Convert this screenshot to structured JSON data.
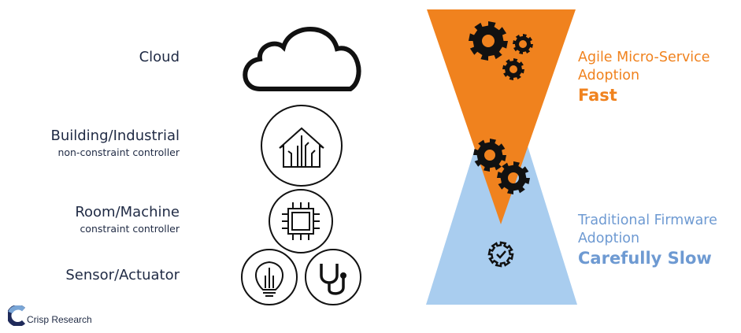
{
  "levels": [
    {
      "title": "Cloud",
      "subtitle": ""
    },
    {
      "title": "Building/Industrial",
      "subtitle": "non-constraint controller"
    },
    {
      "title": "Room/Machine",
      "subtitle": "constraint controller"
    },
    {
      "title": "Sensor/Actuator",
      "subtitle": ""
    }
  ],
  "fast": {
    "line1": "Agile Micro-Service",
    "line2": "Adoption",
    "speed": "Fast",
    "color": "#F0821E"
  },
  "slow": {
    "line1": "Traditional Firmware",
    "line2": "Adoption",
    "speed": "Carefully Slow",
    "color": "#A9CDEF",
    "text_color": "#6E9AD2"
  },
  "logo": {
    "text": "Crisp Research"
  }
}
